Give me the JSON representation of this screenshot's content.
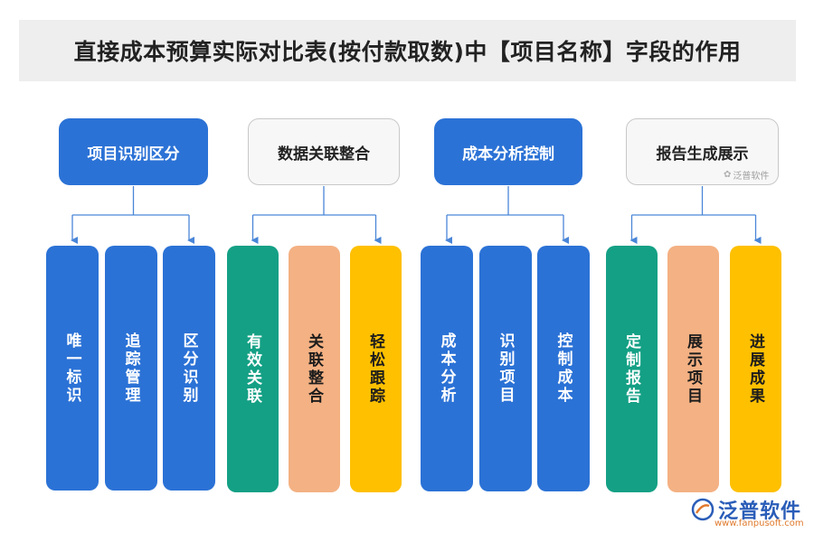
{
  "title": "直接成本预算实际对比表(按付款取数)中【项目名称】字段的作用",
  "colors": {
    "blue": "#2b72d6",
    "teal": "#14a085",
    "peach": "#f4b183",
    "yellow": "#ffc000",
    "line": "#4a86d8"
  },
  "groups": [
    {
      "label": "项目识别区分",
      "style": "blue",
      "children": [
        {
          "label": "唯一标识",
          "color": "blue"
        },
        {
          "label": "追踪管理",
          "color": "blue"
        },
        {
          "label": "区分识别",
          "color": "blue"
        }
      ]
    },
    {
      "label": "数据关联整合",
      "style": "plain",
      "children": [
        {
          "label": "有效关联",
          "color": "teal"
        },
        {
          "label": "关联整合",
          "color": "peach"
        },
        {
          "label": "轻松跟踪",
          "color": "yellow"
        }
      ]
    },
    {
      "label": "成本分析控制",
      "style": "blue",
      "children": [
        {
          "label": "成本分析",
          "color": "blue"
        },
        {
          "label": "识别项目",
          "color": "blue"
        },
        {
          "label": "控制成本",
          "color": "blue"
        }
      ]
    },
    {
      "label": "报告生成展示",
      "style": "plain",
      "children": [
        {
          "label": "定制报告",
          "color": "teal"
        },
        {
          "label": "展示项目",
          "color": "peach"
        },
        {
          "label": "进展成果",
          "color": "yellow"
        }
      ]
    }
  ],
  "watermark": {
    "small": "泛普软件",
    "brand": "泛普软件",
    "url": "www.fanpusoft.com"
  }
}
